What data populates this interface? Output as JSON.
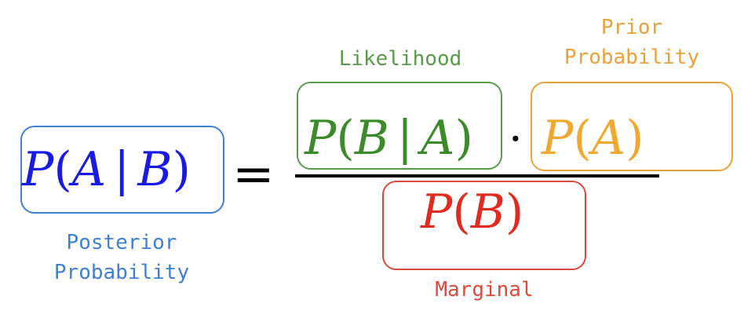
{
  "colors": {
    "posterior": "#3f7fd6",
    "posterior_text": "#1a1ae6",
    "likelihood": "#5a9a4a",
    "likelihood_text": "#3d8a2a",
    "prior": "#e8a23c",
    "prior_text": "#f0a830",
    "marginal": "#d94a3d",
    "marginal_text": "#e02b20"
  },
  "posterior": {
    "term_letter": "P",
    "term_open": "(",
    "term_a": "A",
    "term_bar": "|",
    "term_b": "B",
    "term_close": ")",
    "label_line1": "Posterior",
    "label_line2": "Probability"
  },
  "equals": "=",
  "likelihood": {
    "term_letter": "P",
    "term_open": "(",
    "term_b": "B",
    "term_bar": "|",
    "term_a": "A",
    "term_close": ")",
    "label": "Likelihood"
  },
  "dot": "·",
  "prior": {
    "term_letter": "P",
    "term_open": "(",
    "term_a": "A",
    "term_close": ")",
    "label_line1": "Prior",
    "label_line2": "Probability"
  },
  "marginal": {
    "term_letter": "P",
    "term_open": "(",
    "term_b": "B",
    "term_close": ")",
    "label": "Marginal"
  }
}
